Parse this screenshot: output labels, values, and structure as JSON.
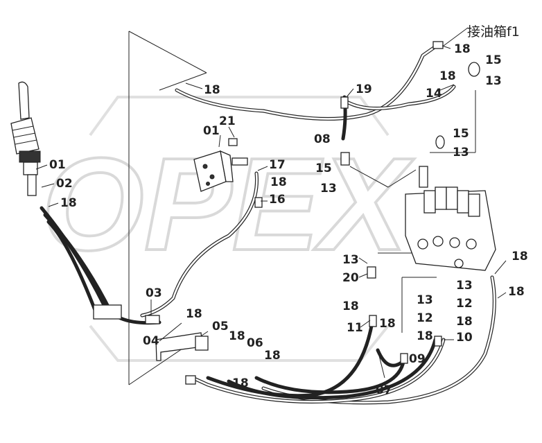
{
  "header": {
    "tank_label": "接油箱f1"
  },
  "watermark": {
    "text": "OPEX"
  },
  "callouts": [
    "18",
    "19",
    "18",
    "15",
    "14",
    "13",
    "18",
    "01",
    "21",
    "15",
    "13",
    "15",
    "13",
    "17",
    "18",
    "16",
    "01",
    "02",
    "18",
    "03",
    "18",
    "05",
    "04",
    "18",
    "06",
    "18",
    "18",
    "13",
    "20",
    "18",
    "11",
    "18",
    "13",
    "12",
    "18",
    "07",
    "09",
    "13",
    "12",
    "18",
    "10",
    "08",
    "18"
  ]
}
